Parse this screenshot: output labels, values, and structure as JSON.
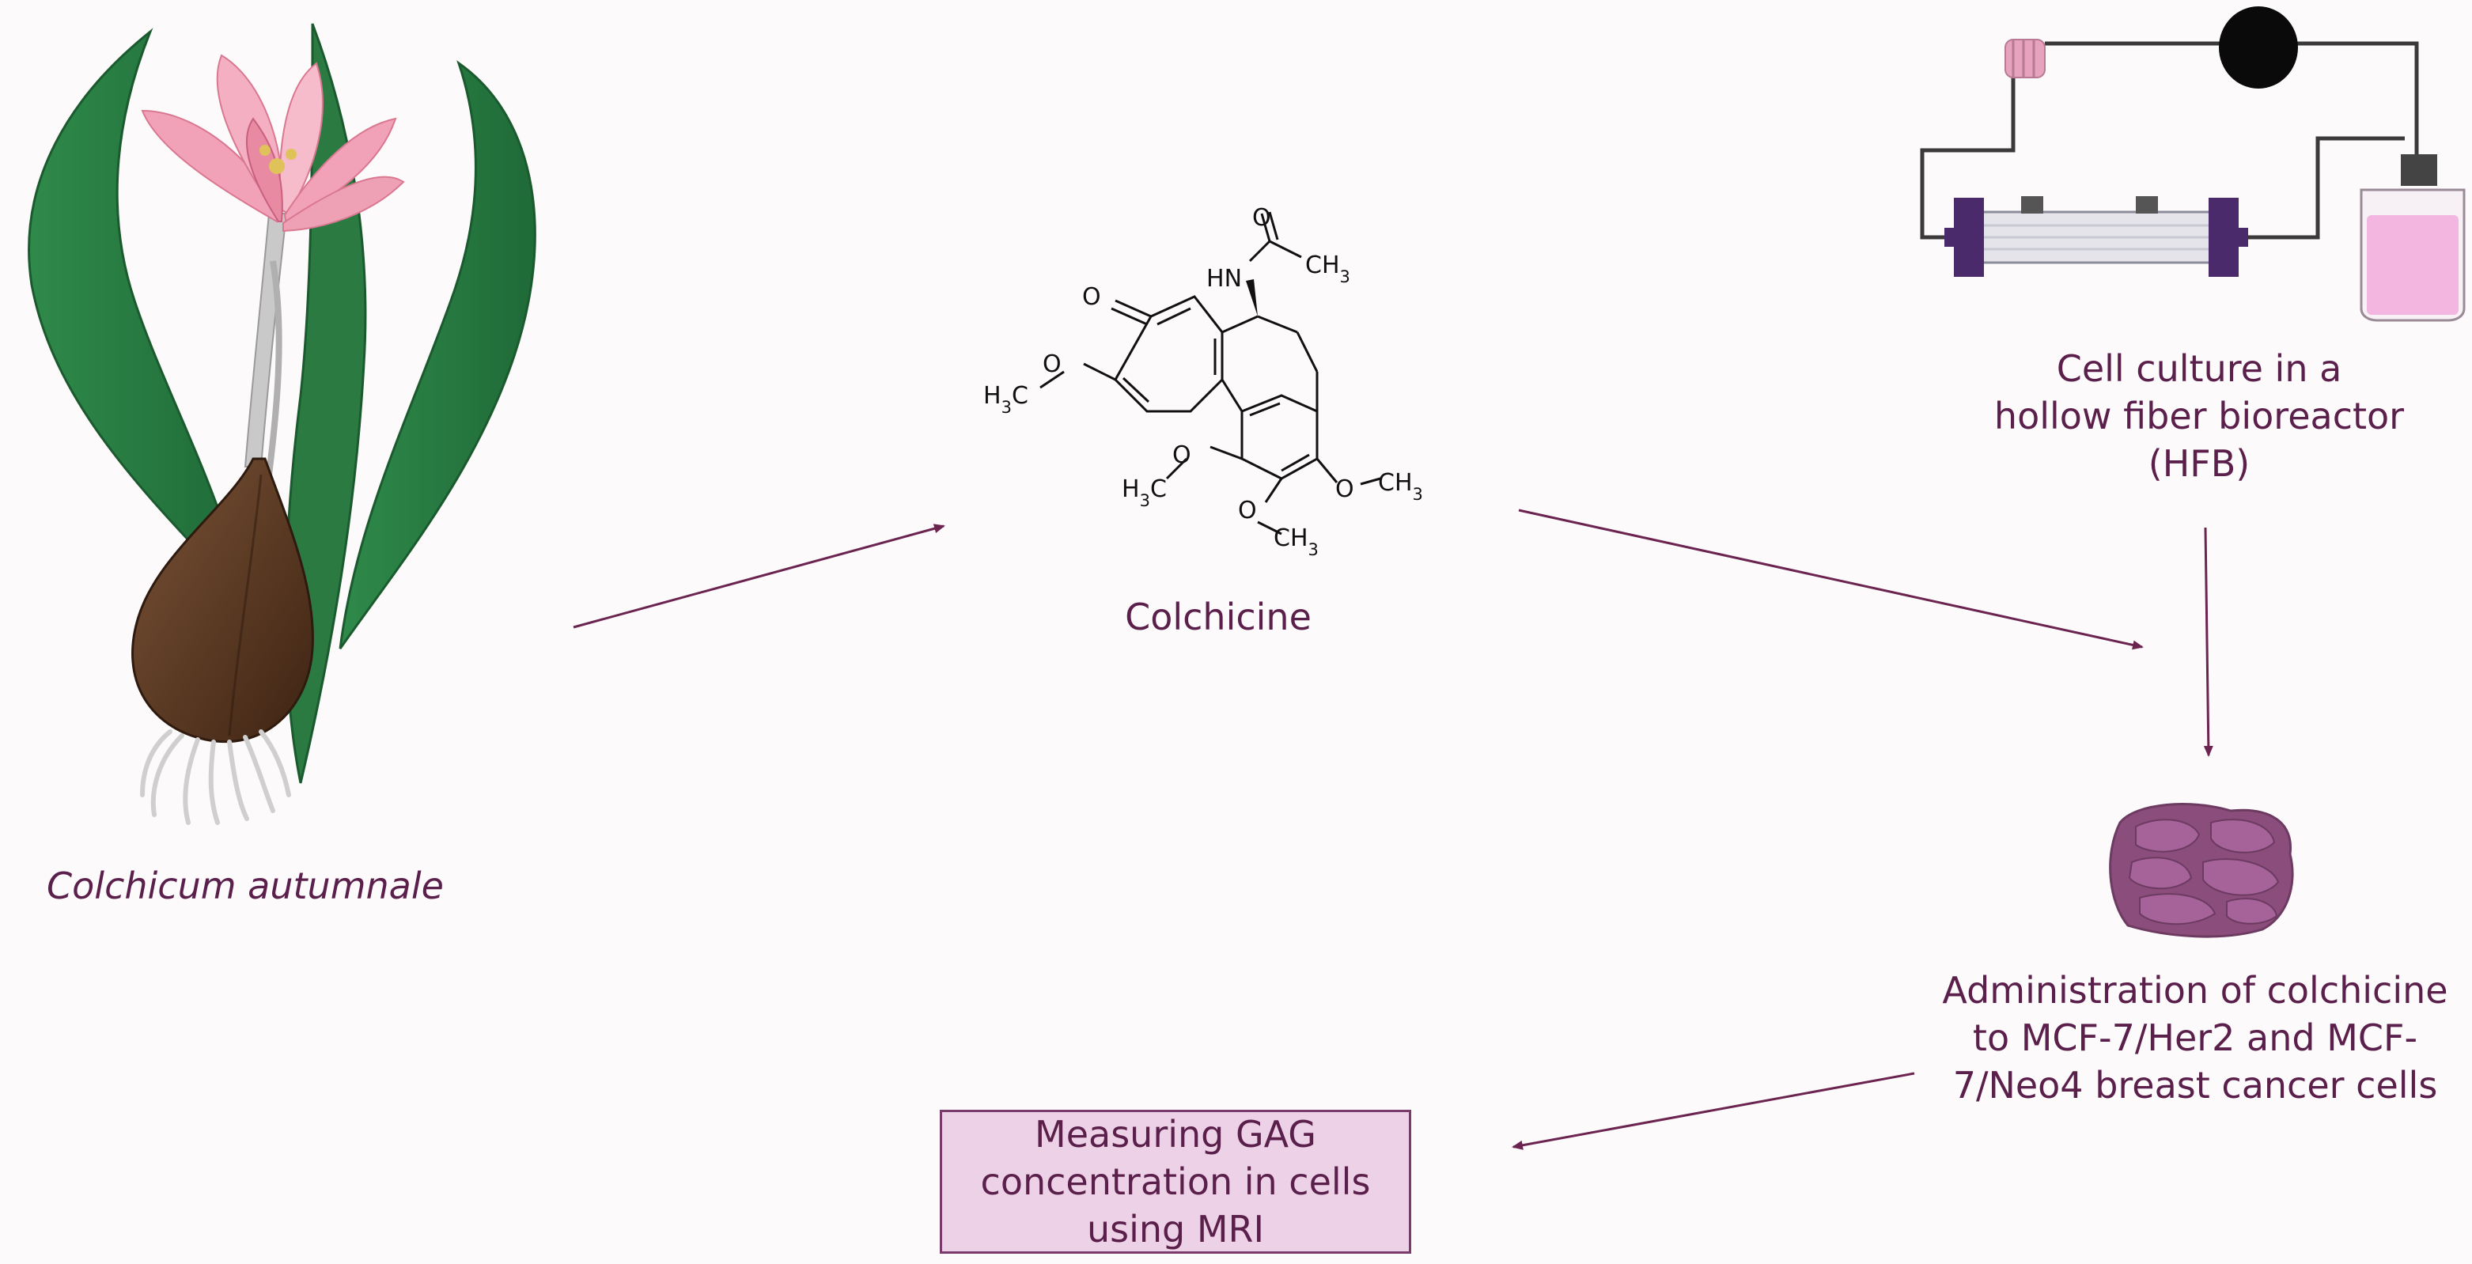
{
  "plant": {
    "name": "Colchicum autumnale"
  },
  "compound": {
    "name": "Colchicine",
    "atoms": {
      "nh": "HN",
      "ch3_acetyl": "CH3",
      "o_acetyl": "O",
      "o_ketone": "O",
      "methoxy_left": "H3C",
      "methoxy_left_o": "O",
      "methoxy_1": "H3C",
      "methoxy_1_o": "O",
      "methoxy_2_o": "O",
      "methoxy_2": "CH3",
      "methoxy_3_o": "O",
      "methoxy_3": "CH3"
    }
  },
  "bioreactor": {
    "label": "Cell culture in a hollow fiber bioreactor (HFB)"
  },
  "cells": {
    "label": "Administration of colchicine to MCF-7/Her2 and MCF-7/Neo4 breast cancer cells"
  },
  "measurement": {
    "label": "Measuring GAG concentration in cells using MRI"
  },
  "colors": {
    "text": "#5a1f4a",
    "arrow": "#6b2450",
    "box_fill": "#edd1e6",
    "cells": "#8b4d7c",
    "bioreactor_frame": "#4b2a6b",
    "medium": "#f3b6e0"
  }
}
